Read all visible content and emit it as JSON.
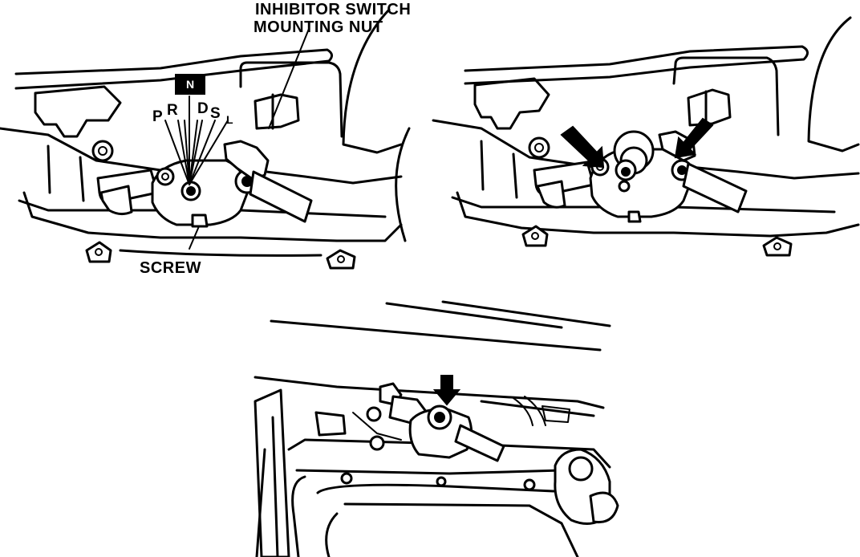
{
  "labels": {
    "inhibitor_line1": "INHIBITOR SWITCH",
    "inhibitor_line2": "MOUNTING NUT",
    "screw": "SCREW",
    "indicator": "N",
    "gear_p": "P",
    "gear_r": "R",
    "gear_d": "D",
    "gear_s": "S",
    "gear_l": "L"
  },
  "colors": {
    "ink": "#000000",
    "paper": "#ffffff"
  }
}
